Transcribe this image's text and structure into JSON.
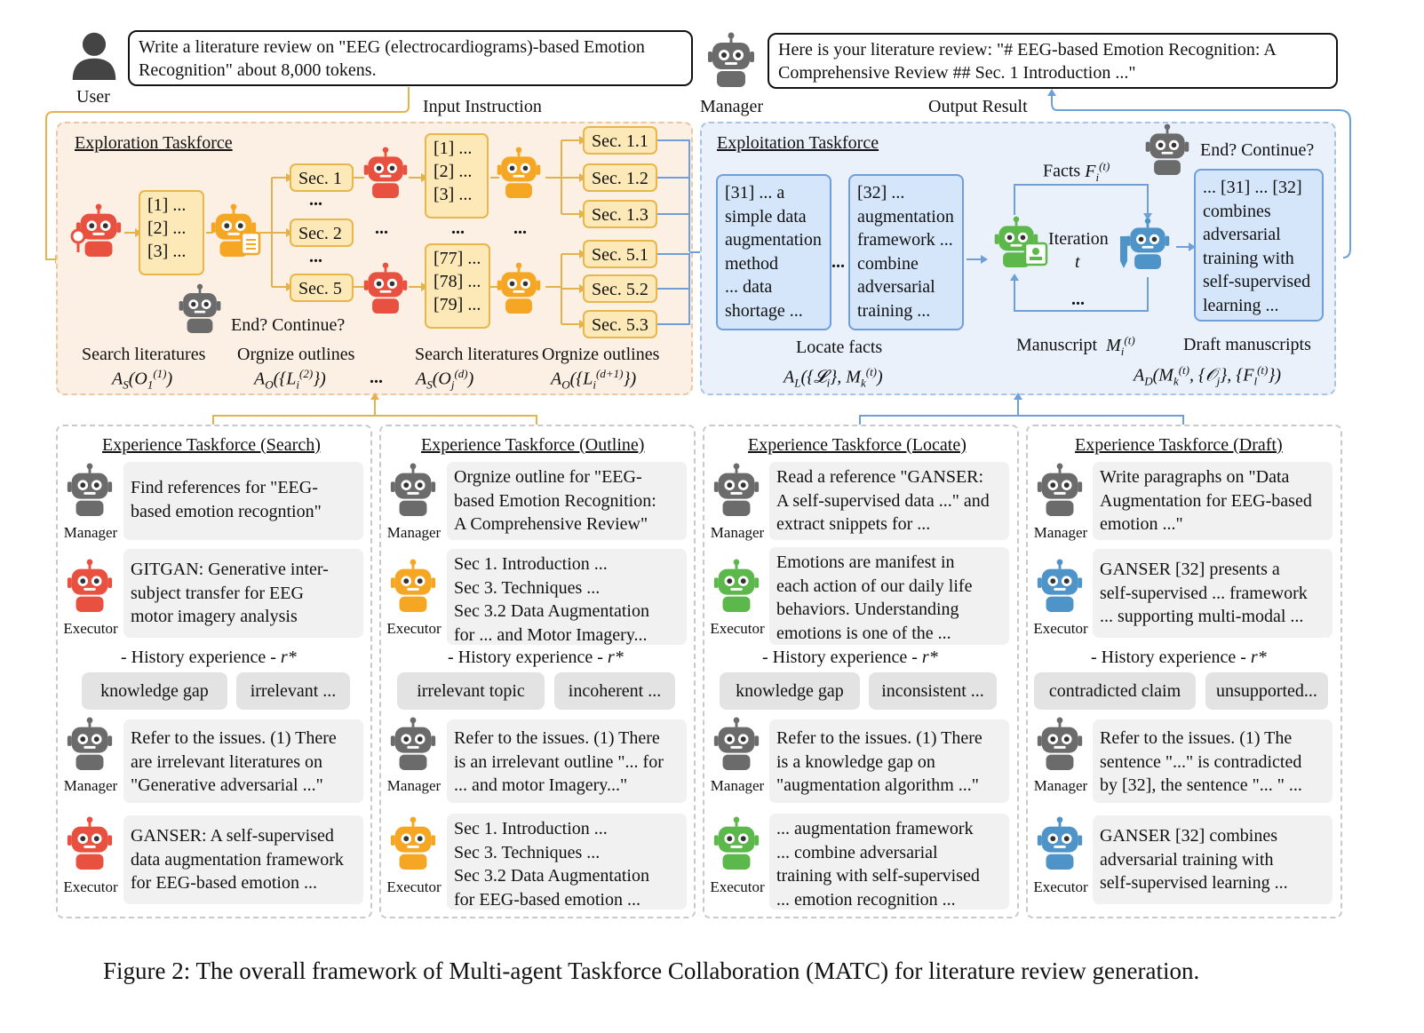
{
  "user_label": "User",
  "manager_label": "Manager",
  "user_request": [
    "Write a literature review on \"EEG (electrocardiograms)-based Emotion",
    "Recognition\" about 8,000 tokens."
  ],
  "manager_response": [
    "Here is your literature review: \"# EEG-based Emotion Recognition: A",
    "Comprehensive Review ## Sec. 1 Introduction ...\""
  ],
  "input_instruction": "Input Instruction",
  "output_result": "Output Result",
  "exploration": {
    "title": "Exploration Taskforce",
    "refs_a": [
      "[1] ...",
      "[2] ...",
      "[3] ..."
    ],
    "refs_b": [
      "[1] ...",
      "[2] ...",
      "[3] ..."
    ],
    "refs_c": [
      "[77] ...",
      "[78] ...",
      "[79] ..."
    ],
    "secs_top": [
      "Sec. 1",
      "Sec. 2",
      "Sec. 5"
    ],
    "secs_right": [
      "Sec. 1.1",
      "Sec. 1.2",
      "Sec. 1.3",
      "Sec. 5.1",
      "Sec. 5.2",
      "Sec. 5.3"
    ],
    "dots": "...",
    "end_continue": "End? Continue?",
    "search_lit": "Search literatures",
    "organize_out": "Orgnize outlines",
    "f_search1": "A_S(O_1^(1))",
    "f_org1": "A_O({L_i^(2)})",
    "f_search2": "A_S(O_j^(d))",
    "f_org2": "A_O({L_i^(d+1)})"
  },
  "exploitation": {
    "title": "Exploitation Taskforce",
    "box1": [
      "[31]  ...  a",
      "simple data",
      "augmentation",
      "method",
      "... data",
      "shortage ..."
    ],
    "box2": [
      "[32] ...",
      "augmentation",
      "framework ...",
      "combine",
      "adversarial",
      "training ..."
    ],
    "facts": "Facts",
    "iteration": "Iteration",
    "iter_t": "t",
    "manuscript": "Manuscript",
    "end_continue": "End? Continue?",
    "draft_box": [
      "...  [31] ... [32]",
      "combines",
      "adversarial",
      "training with",
      "self-supervised",
      "learning ..."
    ],
    "locate_facts": "Locate facts",
    "draft_manuscripts": "Draft manuscripts",
    "f_locate": "A_L({L_i}, M_k^(t))",
    "f_draft": "A_D(M_k^(t), {O_j}, {F_l^(t)})"
  },
  "role_manager": "Manager",
  "role_executor": "Executor",
  "history_label": "- History experience -",
  "experience": [
    {
      "title": "Experience Taskforce (Search)",
      "manager1": [
        "Find references for \"EEG-",
        "based emotion recogntion\""
      ],
      "executor1": [
        "GITGAN: Generative inter-",
        "subject transfer for EEG",
        "motor imagery analysis"
      ],
      "tags": [
        "knowledge gap",
        "irrelevant ..."
      ],
      "manager2": [
        "Refer to the issues. (1) There",
        "are irrelevant literatures on",
        "\"Generative adversarial ...\""
      ],
      "executor2": [
        "GANSER: A self-supervised",
        "data augmentation framework",
        "for EEG-based emotion ..."
      ]
    },
    {
      "title": "Experience Taskforce (Outline)",
      "manager1": [
        "Orgnize outline for \"EEG-",
        "based Emotion Recognition:",
        "A Comprehensive Review\""
      ],
      "executor1": [
        "Sec 1. Introduction ...",
        "Sec 3. Techniques ...",
        "Sec 3.2 Data Augmentation",
        "for ... and Motor Imagery..."
      ],
      "tags": [
        "irrelevant topic",
        "incoherent ..."
      ],
      "manager2": [
        "Refer to the issues. (1) There",
        "is an irrelevant outline \"... for",
        "... and motor Imagery...\""
      ],
      "executor2": [
        "Sec 1. Introduction ...",
        "Sec 3. Techniques ...",
        "Sec 3.2 Data Augmentation",
        "for EEG-based emotion ..."
      ]
    },
    {
      "title": "Experience Taskforce (Locate)",
      "manager1": [
        "Read a reference \"GANSER:",
        "A self-supervised data ...\" and",
        "extract snippets for ..."
      ],
      "executor1": [
        "Emotions are manifest in",
        "each action of our daily life",
        "behaviors. Understanding",
        "emotions is one of the ..."
      ],
      "tags": [
        "knowledge gap",
        "inconsistent ..."
      ],
      "manager2": [
        "Refer to the issues. (1) There",
        "is a knowledge gap on",
        "\"augmentation algorithm ...\""
      ],
      "executor2": [
        "... augmentation framework",
        "... combine adversarial",
        "training with self-supervised",
        "... emotion recognition ..."
      ]
    },
    {
      "title": "Experience Taskforce (Draft)",
      "manager1": [
        "Write paragraphs on \"Data",
        "Augmentation for EEG-based",
        "emotion ...\""
      ],
      "executor1": [
        "GANSER [32] presents a",
        "self-supervised ... framework",
        "... supporting multi-modal ..."
      ],
      "tags": [
        "contradicted claim",
        "unsupported..."
      ],
      "manager2": [
        "Refer to the issues. (1) The",
        "sentence \"...\" is contradicted",
        "by [32], the sentence \"... \" ..."
      ],
      "executor2": [
        "GANSER [32] combines",
        "adversarial training with",
        "self-supervised learning ..."
      ]
    }
  ],
  "caption": "Figure 2: The overall framework of Multi-agent Taskforce Collaboration (MATC) for literature review generation.",
  "colors": {
    "search_agent": "#e8513f",
    "outline_agent": "#f5a623",
    "locate_agent": "#5cb84a",
    "draft_agent": "#4f94c9",
    "manager_agent": "#6b6b6b",
    "exploration_bg": "#fcefe3",
    "exploitation_bg": "#eaf1fb"
  }
}
